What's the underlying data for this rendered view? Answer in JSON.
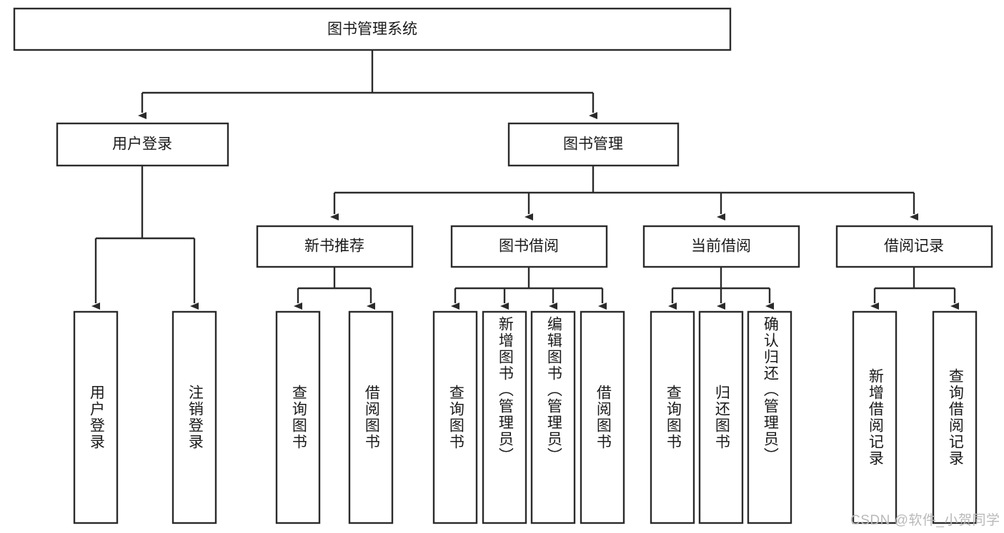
{
  "diagram": {
    "type": "tree-hierarchy-flowchart",
    "title": "图书管理系统",
    "orientation": "top-down",
    "root": {
      "id": "root",
      "label": "图书管理系统",
      "label_orientation": "horizontal"
    },
    "level1": [
      {
        "id": "user-login",
        "label": "用户登录",
        "label_orientation": "horizontal"
      },
      {
        "id": "book-manage",
        "label": "图书管理",
        "label_orientation": "horizontal"
      }
    ],
    "level2": [
      {
        "id": "new-book-recommend",
        "label": "新书推荐",
        "parent": "book-manage",
        "label_orientation": "horizontal"
      },
      {
        "id": "book-borrow",
        "label": "图书借阅",
        "parent": "book-manage",
        "label_orientation": "horizontal"
      },
      {
        "id": "current-borrow",
        "label": "当前借阅",
        "parent": "book-manage",
        "label_orientation": "horizontal"
      },
      {
        "id": "borrow-record",
        "label": "借阅记录",
        "parent": "book-manage",
        "label_orientation": "horizontal"
      }
    ],
    "leaves": [
      {
        "id": "leaf-user-login",
        "label": "用户登录",
        "parent": "user-login",
        "label_orientation": "vertical"
      },
      {
        "id": "leaf-logout-login",
        "label": "注销登录",
        "parent": "user-login",
        "label_orientation": "vertical"
      },
      {
        "id": "leaf-query-book-1",
        "label": "查询图书",
        "parent": "new-book-recommend",
        "label_orientation": "vertical"
      },
      {
        "id": "leaf-borrow-book-1",
        "label": "借阅图书",
        "parent": "new-book-recommend",
        "label_orientation": "vertical"
      },
      {
        "id": "leaf-query-book-2",
        "label": "查询图书",
        "parent": "book-borrow",
        "label_orientation": "vertical"
      },
      {
        "id": "leaf-add-book",
        "label": "新增图书（管理员）",
        "parent": "book-borrow",
        "label_orientation": "vertical"
      },
      {
        "id": "leaf-edit-book",
        "label": "编辑图书（管理员）",
        "parent": "book-borrow",
        "label_orientation": "vertical"
      },
      {
        "id": "leaf-borrow-book-2",
        "label": "借阅图书",
        "parent": "book-borrow",
        "label_orientation": "vertical"
      },
      {
        "id": "leaf-query-book-3",
        "label": "查询图书",
        "parent": "current-borrow",
        "label_orientation": "vertical"
      },
      {
        "id": "leaf-return-book",
        "label": "归还图书",
        "parent": "current-borrow",
        "label_orientation": "vertical"
      },
      {
        "id": "leaf-confirm-return",
        "label": "确认归还（管理员）",
        "parent": "current-borrow",
        "label_orientation": "vertical"
      },
      {
        "id": "leaf-add-record",
        "label": "新增借阅记录",
        "parent": "borrow-record",
        "label_orientation": "vertical"
      },
      {
        "id": "leaf-query-record",
        "label": "查询借阅记录",
        "parent": "borrow-record",
        "label_orientation": "vertical"
      }
    ],
    "colors": {
      "box_stroke": "#2b2b2b",
      "box_fill": "#ffffff",
      "line": "#2b2b2b",
      "text": "#1a1a1a",
      "watermark": "#b9b9b9",
      "background": "#ffffff"
    }
  },
  "watermark": {
    "text": "CSDN @软件_小贺同学"
  }
}
